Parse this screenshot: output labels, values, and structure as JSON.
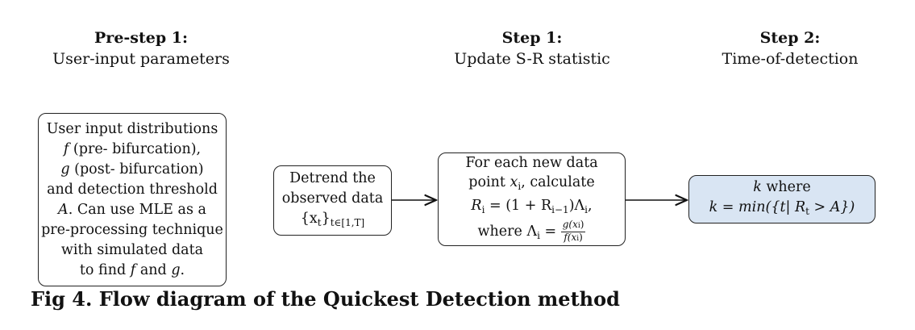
{
  "headers": {
    "prestep": {
      "title": "Pre-step 1:",
      "subtitle": "User-input parameters"
    },
    "step1": {
      "title": "Step 1:",
      "subtitle": "Update S-R statistic"
    },
    "step2": {
      "title": "Step 2:",
      "subtitle": "Time-of-detection"
    }
  },
  "boxes": {
    "input": {
      "lines": [
        "User input distributions",
        "(pre- bifurcation),",
        "(post- bifurcation)",
        "and detection threshold",
        ". Can use MLE as a",
        "pre-processing technique",
        "with simulated data",
        "to find",
        "and"
      ],
      "symbols": {
        "f": "f",
        "g": "g",
        "A": "A"
      }
    },
    "detrend": {
      "lines": [
        "Detrend the",
        "observed data"
      ],
      "formula": "{x",
      "formula_sub_t": "t",
      "formula_close": "}",
      "formula_range": "t∈[1,T]"
    },
    "update": {
      "line1": "For each new data",
      "line2_prefix": "point",
      "line2_var": "x",
      "line2_sub": "i",
      "line2_suffix": ", calculate",
      "line3": "R",
      "line3_rest": " = (1 + R",
      "line3_rest2": ")Λ",
      "line3_end": ",",
      "line4_prefix": "where Λ",
      "frac_num": "g(x",
      "frac_den": "f(x",
      "sub_i": "i",
      "sub_im1": "i−1"
    },
    "detect": {
      "line1_var": "k",
      "line1_rest": " where",
      "line2": "k = min({t| R",
      "line2_sub": "t",
      "line2_end": " > A})"
    }
  },
  "caption": "Fig 4. Flow diagram of the Quickest Detection method"
}
